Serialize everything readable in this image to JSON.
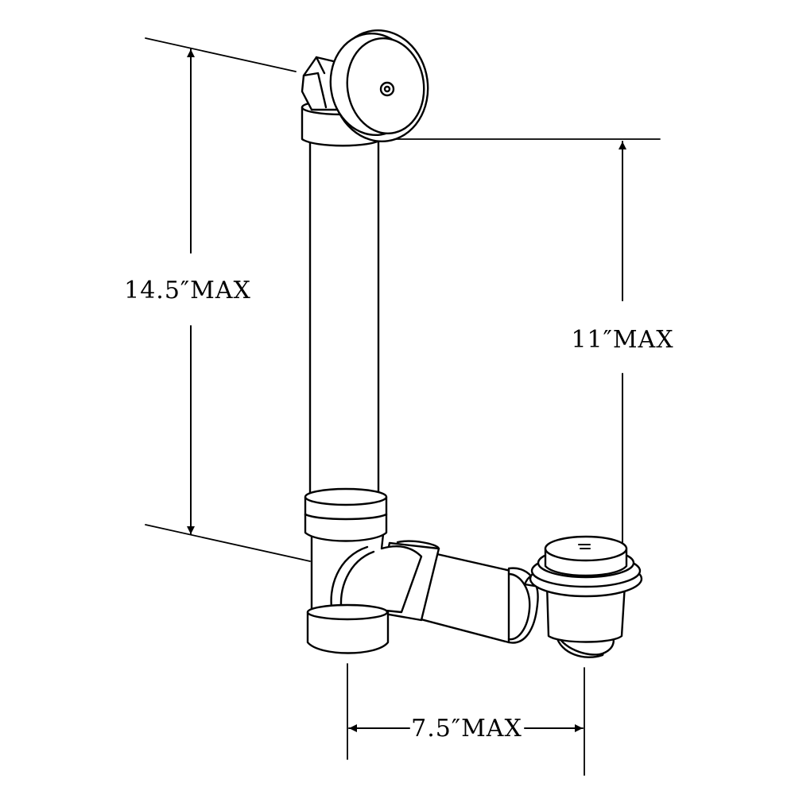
{
  "dimensions": {
    "overall_height": "14.5″MAX",
    "overflow_height": "11″MAX",
    "horizontal_span": "7.5″MAX"
  },
  "colors": {
    "stroke": "#000000",
    "background": "#ffffff"
  }
}
